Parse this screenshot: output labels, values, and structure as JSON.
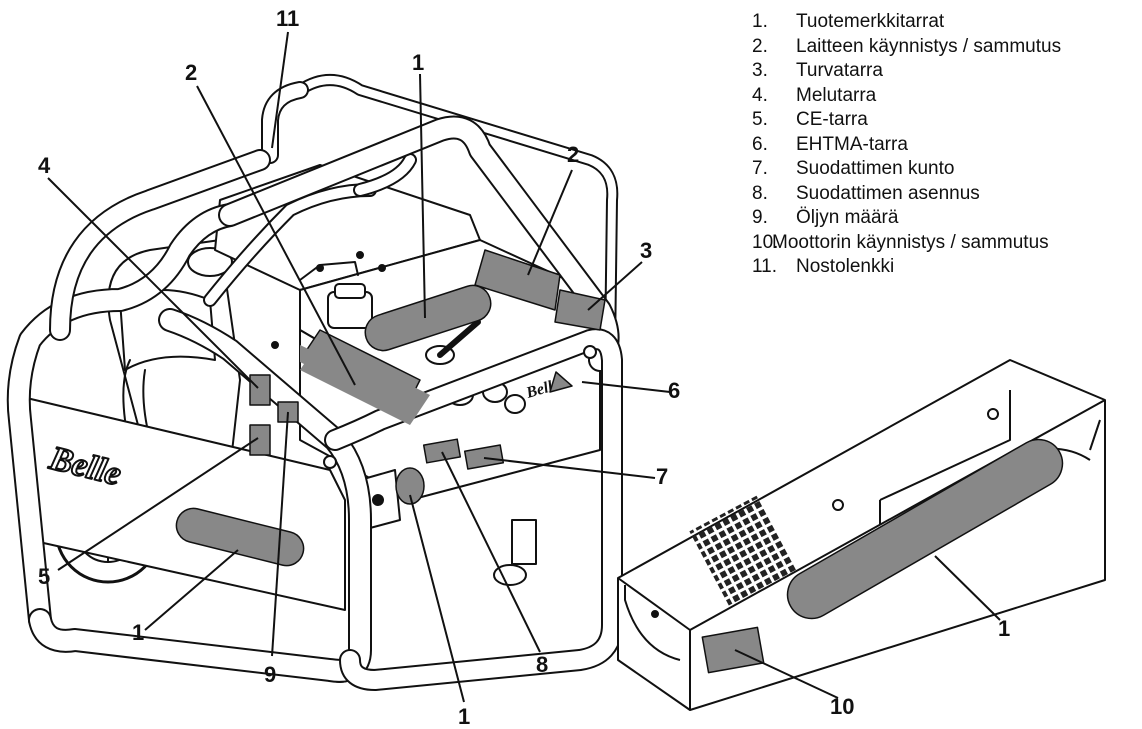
{
  "legend": {
    "items": [
      {
        "num": "1.",
        "label": "Tuotemerkkitarrat"
      },
      {
        "num": "2.",
        "label": "Laitteen käynnistys / sammutus"
      },
      {
        "num": "3.",
        "label": "Turvatarra"
      },
      {
        "num": "4.",
        "label": "Melutarra"
      },
      {
        "num": "5.",
        "label": "CE-tarra"
      },
      {
        "num": "6.",
        "label": "EHTMA-tarra"
      },
      {
        "num": "7.",
        "label": "Suodattimen kunto"
      },
      {
        "num": "8.",
        "label": "Suodattimen asennus"
      },
      {
        "num": "9.",
        "label": "Öljyn määrä"
      },
      {
        "num": "10.",
        "label": "Moottorin käynnistys / sammutus"
      },
      {
        "num": "11.",
        "label": "Nostolenkki"
      }
    ]
  },
  "callouts": {
    "c11": "11",
    "c2a": "2",
    "c1a": "1",
    "c2b": "2",
    "c4": "4",
    "c3": "3",
    "c6": "6",
    "c7": "7",
    "c5": "5",
    "c1b": "1",
    "c9": "9",
    "c8": "8",
    "c1c": "1",
    "c1d": "1",
    "c10": "10"
  },
  "brand": {
    "logo_text": "Belle"
  }
}
